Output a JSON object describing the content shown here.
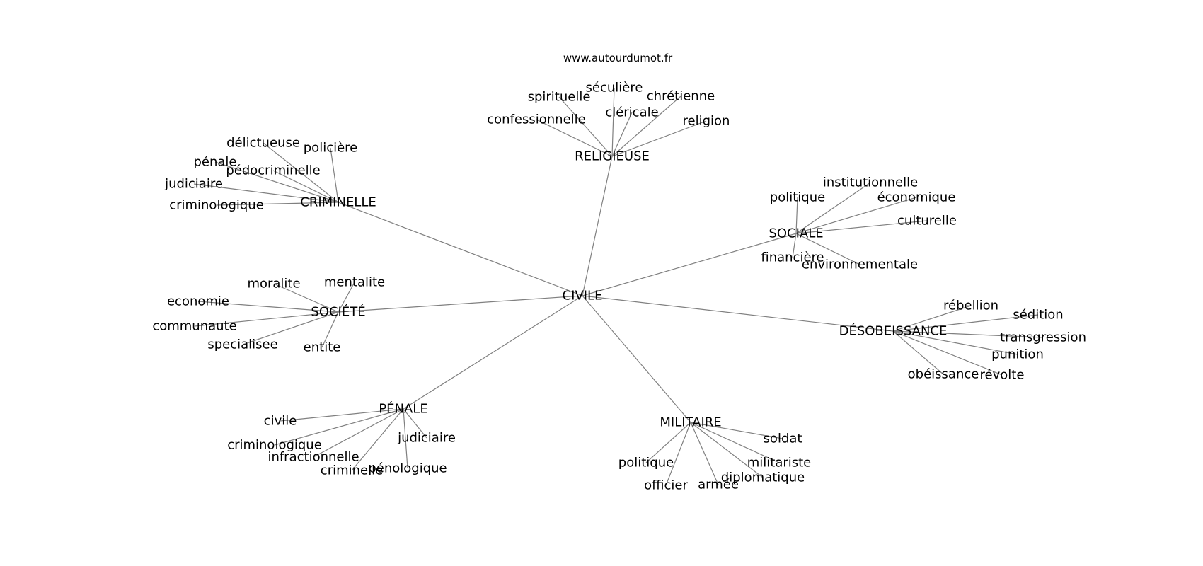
{
  "site": "www.autourdumot.fr",
  "center": "CIVILE",
  "clusters": [
    {
      "hub": "RELIGIEUSE",
      "words": [
        "séculière",
        "spirituelle",
        "chrétienne",
        "cléricale",
        "confessionnelle",
        "religion"
      ]
    },
    {
      "hub": "CRIMINELLE",
      "words": [
        "délictueuse",
        "policière",
        "pénale",
        "pédocriminelle",
        "judiciaire",
        "criminologique"
      ]
    },
    {
      "hub": "SOCIALE",
      "words": [
        "institutionnelle",
        "politique",
        "économique",
        "culturelle",
        "financière",
        "environnementale"
      ]
    },
    {
      "hub": "SOCIÉTÉ",
      "words": [
        "moralite",
        "mentalite",
        "economie",
        "communaute",
        "specialisee",
        "entite"
      ]
    },
    {
      "hub": "DÉSOBEISSANCE",
      "words": [
        "rébellion",
        "sédition",
        "transgression",
        "punition",
        "obéissance",
        "révolte"
      ]
    },
    {
      "hub": "PÉNALE",
      "words": [
        "civile",
        "criminologique",
        "judiciaire",
        "infractionnelle",
        "criminelle",
        "pénologique"
      ]
    },
    {
      "hub": "MILITAIRE",
      "words": [
        "soldat",
        "militariste",
        "politique",
        "diplomatique",
        "officier",
        "armée"
      ]
    }
  ]
}
